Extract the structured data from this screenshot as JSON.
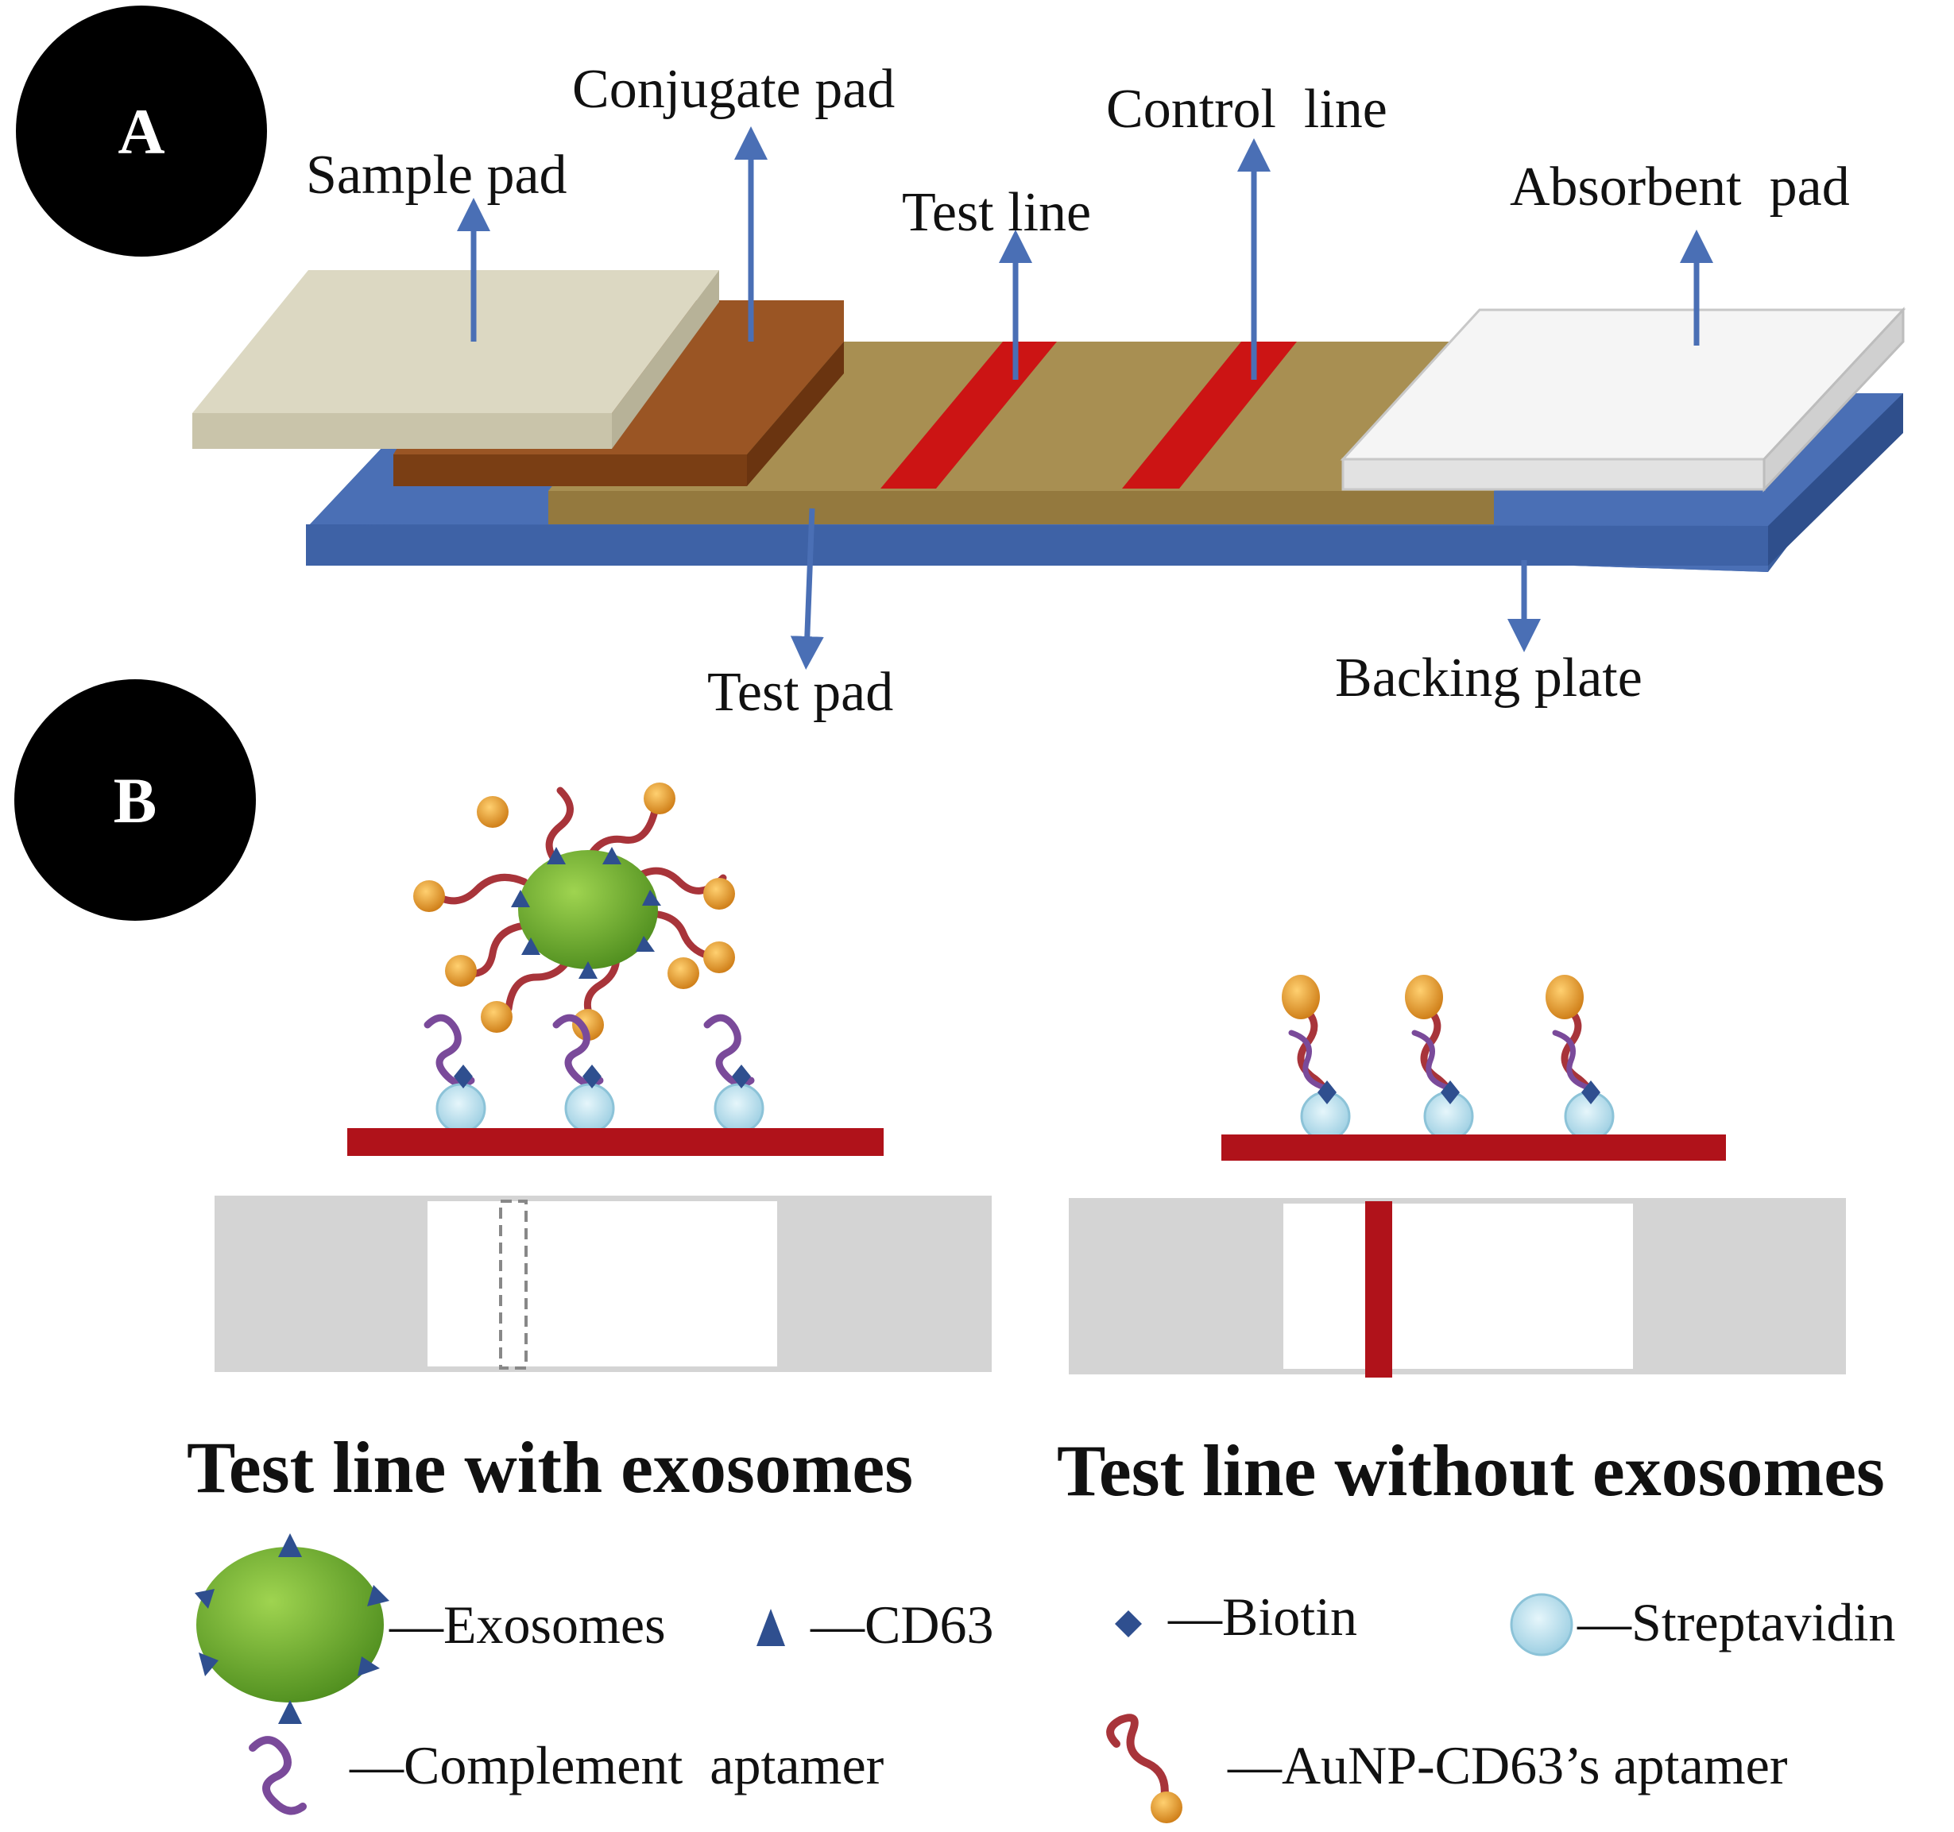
{
  "panel_a": {
    "badge": "A",
    "labels": {
      "sample_pad": "Sample pad",
      "conjugate_pad": "Conjugate pad",
      "test_line": "Test line",
      "control_line": "Control  line",
      "absorbent_pad": "Absorbent  pad",
      "test_pad": "Test pad",
      "backing_plate": "Backing plate"
    }
  },
  "panel_b": {
    "badge": "B",
    "caption_with": "Test line with exosomes",
    "caption_without": "Test line without exosomes"
  },
  "legend": {
    "exosomes": "—Exosomes",
    "cd63": "—CD63",
    "biotin": "—Biotin",
    "streptavidin": "—Streptavidin",
    "complement_aptamer": "—Complement  aptamer",
    "aunp_aptamer": "—AuNP-CD63’s aptamer"
  },
  "colors": {
    "backing": "#4a6fb5",
    "test_pad": "#a88f52",
    "sample_pad": "#dcd8c2",
    "conjugate_pad": "#8b4a1e",
    "lines": "#cc1414",
    "absorbent_pad": "#f2f2f2",
    "arrow": "#4a6fb5",
    "exosome": "#6fae2a",
    "gold": "#e09a28",
    "aptamer": "#a8343a",
    "complement": "#7a4a9a",
    "biotin": "#2f4f8f",
    "streptavidin": "#bfe3ef",
    "cassette": "#d4d4d4"
  }
}
